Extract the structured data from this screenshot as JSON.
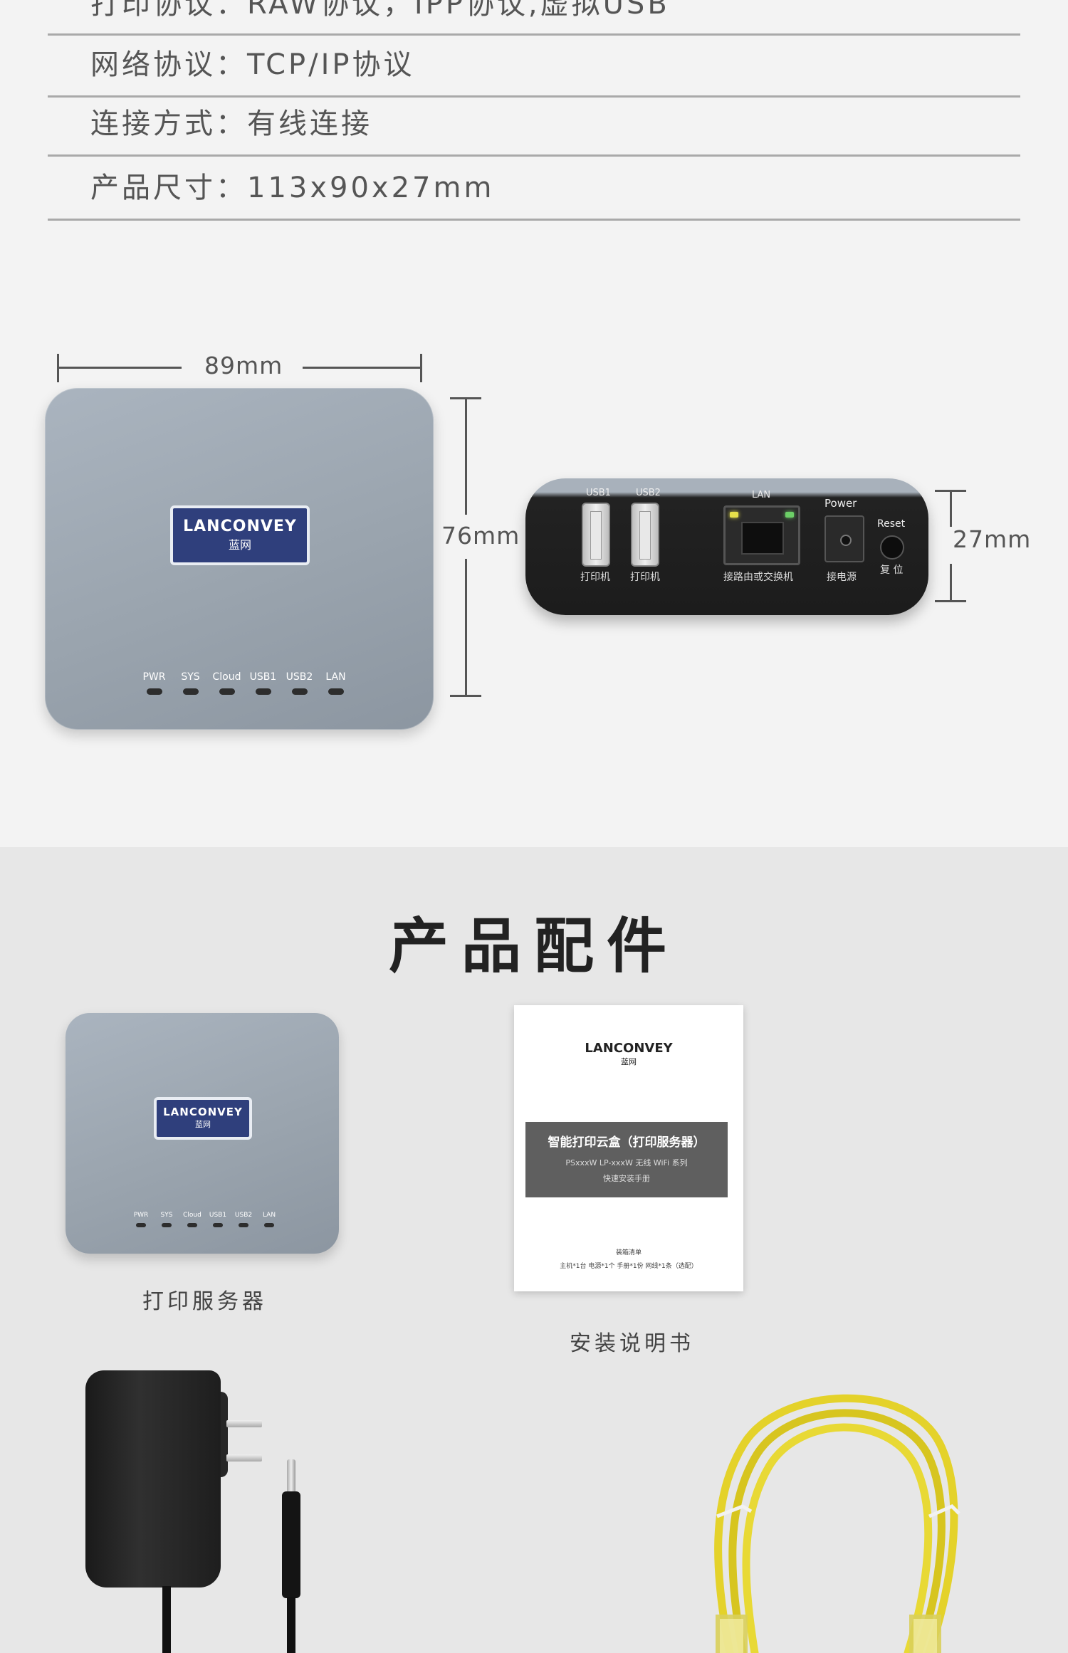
{
  "specs": {
    "print_protocol": "打印协议：RAW协议，IPP协议,虚拟USB",
    "network_protocol": "网络协议：TCP/IP协议",
    "connection": "连接方式：有线连接",
    "size": "产品尺寸：113x90x27mm"
  },
  "dimensions": {
    "width": "89mm",
    "depth": "76mm",
    "height": "27mm"
  },
  "device": {
    "brand": "LANCONVEY",
    "brand_cn": "蓝网",
    "leds": [
      "PWR",
      "SYS",
      "Cloud",
      "USB1",
      "USB2",
      "LAN"
    ],
    "back_ports": {
      "usb1": "USB1",
      "usb2": "USB2",
      "lan": "LAN",
      "power": "Power",
      "reset": "Reset",
      "usb1_cn": "打印机",
      "usb2_cn": "打印机",
      "lan_cn": "接路由或交换机",
      "power_cn": "接电源",
      "reset_cn": "复 位"
    }
  },
  "accessories": {
    "title": "产品配件",
    "server_caption": "打印服务器",
    "manual_caption": "安装说明书",
    "manual": {
      "brand": "LANCONVEY",
      "brand_cn": "蓝网",
      "title": "智能打印云盒（打印服务器）",
      "models": "PSxxxW  LP-xxxW  无线 WiFi 系列",
      "subtitle": "快速安装手册",
      "list_title": "装箱清单",
      "list": "主机*1台   电源*1个   手册*1份   网线*1条（选配）"
    }
  },
  "colors": {
    "device_grey": "#9aa4ae",
    "logo_blue": "#2f3f7c",
    "cable_yellow": "#e4d22a"
  }
}
